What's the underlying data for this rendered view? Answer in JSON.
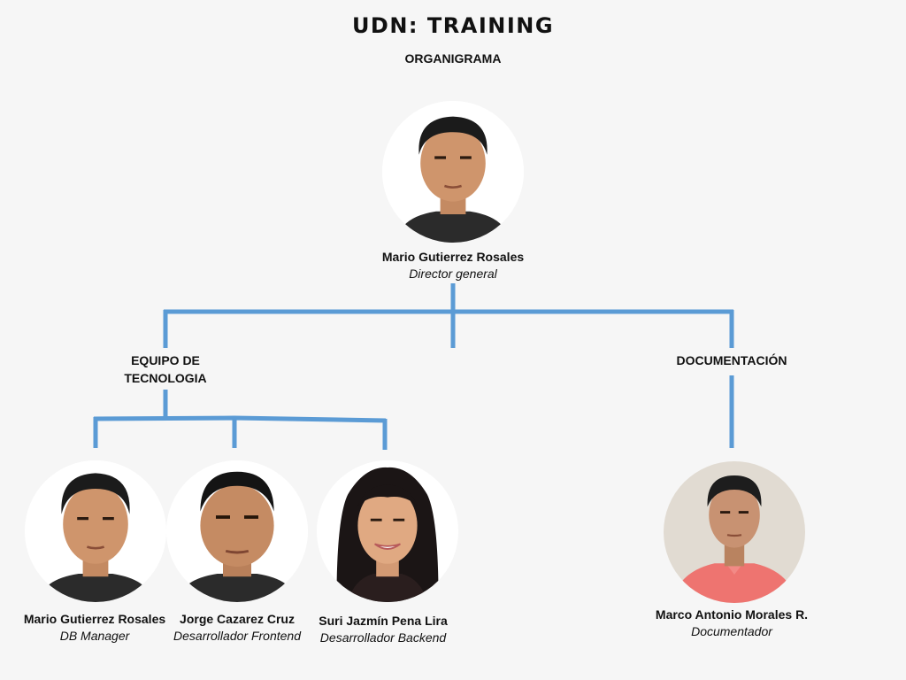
{
  "header": {
    "title": "UDN: TRAINING",
    "subtitle": "ORGANIGRAMA"
  },
  "colors": {
    "connector": "#5b9bd5",
    "background": "#f6f6f6"
  },
  "director": {
    "name": "Mario Gutierrez Rosales",
    "role": "Director general"
  },
  "teams": [
    {
      "label": "EQUIPO DE\nTECNOLOGIA",
      "members": [
        {
          "name": "Mario Gutierrez Rosales",
          "role": "DB Manager"
        },
        {
          "name": "Jorge Cazarez Cruz",
          "role": "Desarrollador Frontend"
        },
        {
          "name": "Suri Jazmín Pena Lira",
          "role": "Desarrollador Backend"
        }
      ]
    },
    {
      "label": "DOCUMENTACIÓN",
      "members": [
        {
          "name": "Marco Antonio Morales R.",
          "role": "Documentador"
        }
      ]
    }
  ]
}
